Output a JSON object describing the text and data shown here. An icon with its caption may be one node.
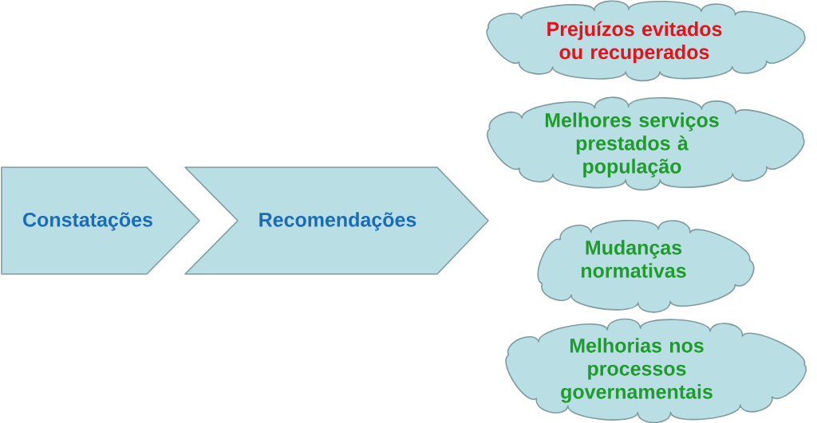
{
  "diagram": {
    "nodes": [
      {
        "text": [
          "Constatações"
        ]
      },
      {
        "text": [
          "Recomendações"
        ]
      },
      {
        "text": [
          "Prejuízos evitados ou recuperados"
        ]
      },
      {
        "text": [
          "Melhores serviços prestados à população"
        ]
      },
      {
        "text": [
          "Mudanças normativas"
        ]
      },
      {
        "text": [
          "Melhorias nos processos governamentais"
        ]
      }
    ]
  }
}
